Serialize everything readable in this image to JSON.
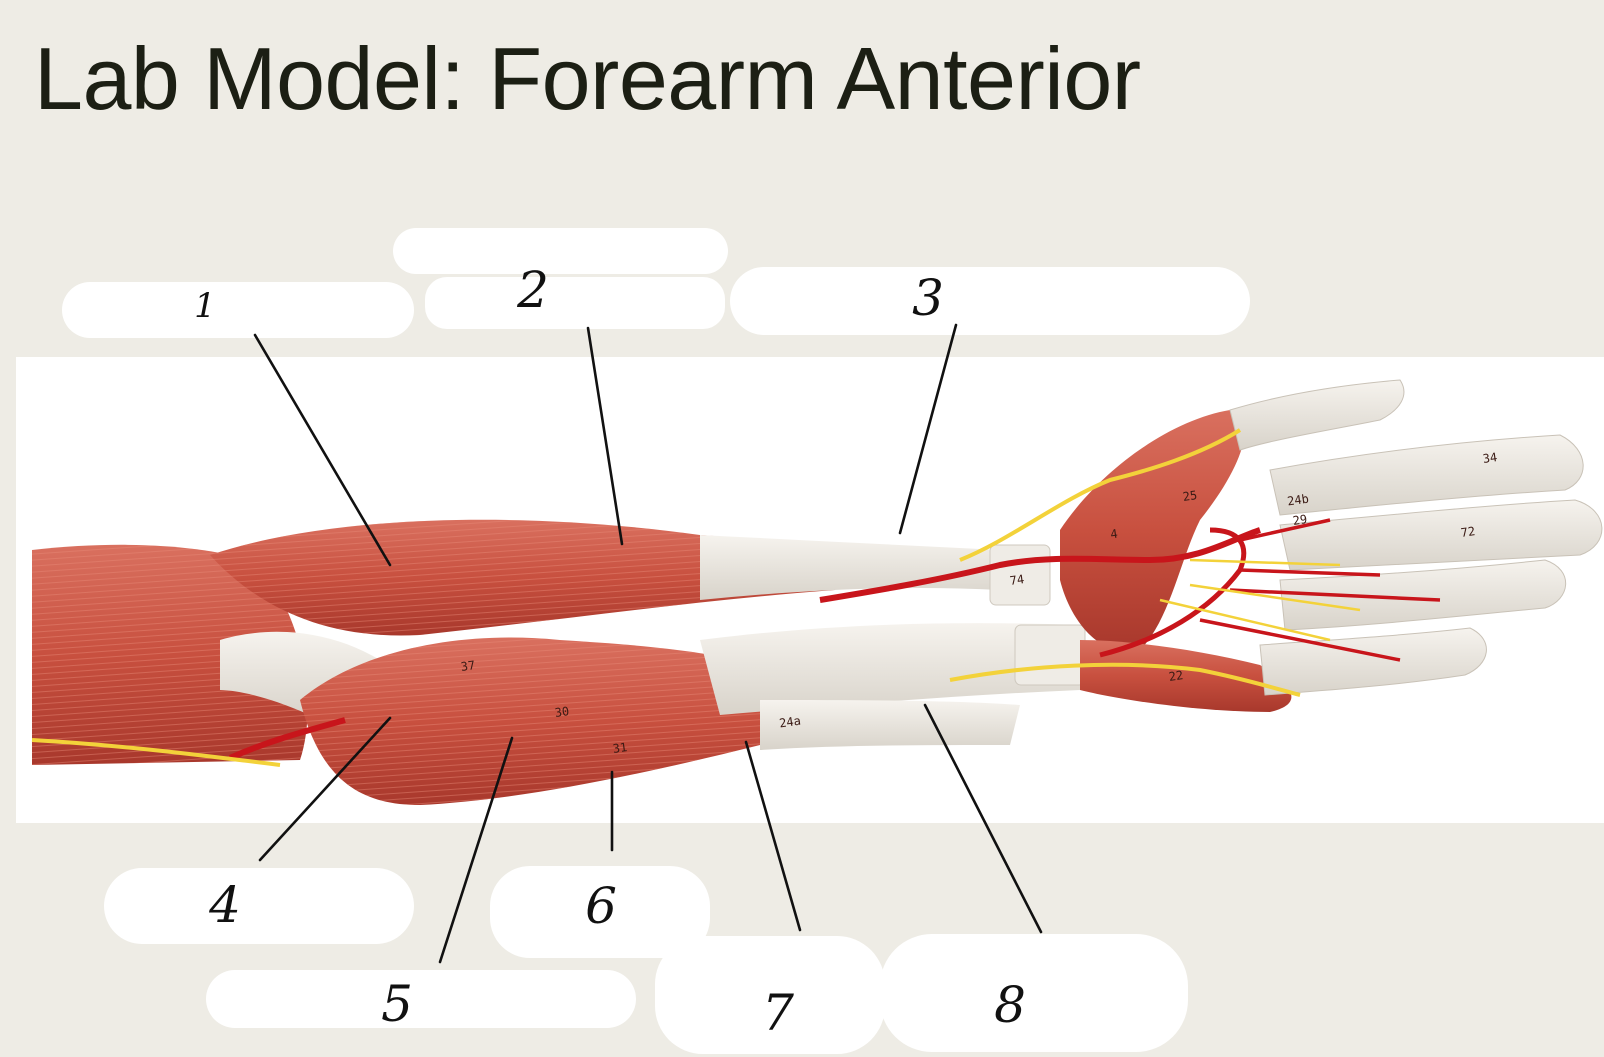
{
  "title": "Lab Model: Forearm Anterior",
  "labels": [
    "1",
    "2",
    "3",
    "4",
    "5",
    "6",
    "7",
    "8"
  ],
  "model_numbers": [
    "34",
    "24b",
    "29",
    "72",
    "22",
    "74",
    "30",
    "31",
    "24a",
    "37",
    "25",
    "4"
  ],
  "colors": {
    "background": "#eeece5",
    "photo": "#ffffff",
    "muscle": "#c8503f",
    "tendon": "#eae6df",
    "artery": "#c8151b",
    "nerve": "#f3d23a",
    "leader": "#111111"
  }
}
